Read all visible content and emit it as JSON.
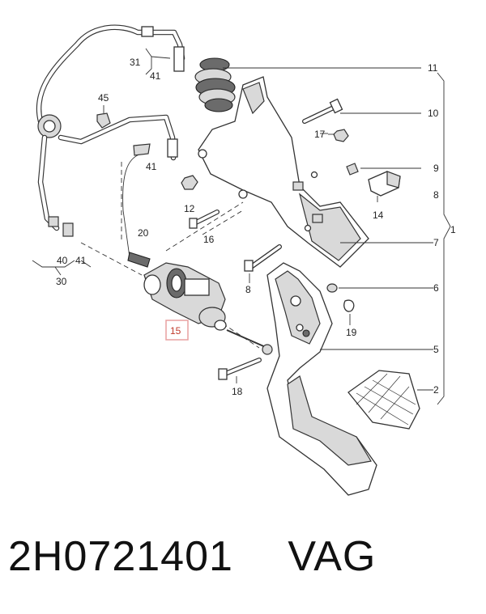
{
  "callouts": {
    "c1": "1",
    "c2": "2",
    "c5": "5",
    "c6": "6",
    "c7": "7",
    "c8": "8",
    "c8b": "8",
    "c9": "9",
    "c10": "10",
    "c11": "11",
    "c12": "12",
    "c14": "14",
    "c15": "15",
    "c16": "16",
    "c17": "17",
    "c18": "18",
    "c19": "19",
    "c20": "20",
    "c30": "30",
    "c31": "31",
    "c40": "40",
    "c41a": "41",
    "c41b": "41",
    "c41c": "41",
    "c45": "45"
  },
  "highlight": {
    "part_label": "15",
    "color": "#e8a0a0"
  },
  "footer": {
    "part_number": "2H0721401",
    "brand": "VAG"
  }
}
